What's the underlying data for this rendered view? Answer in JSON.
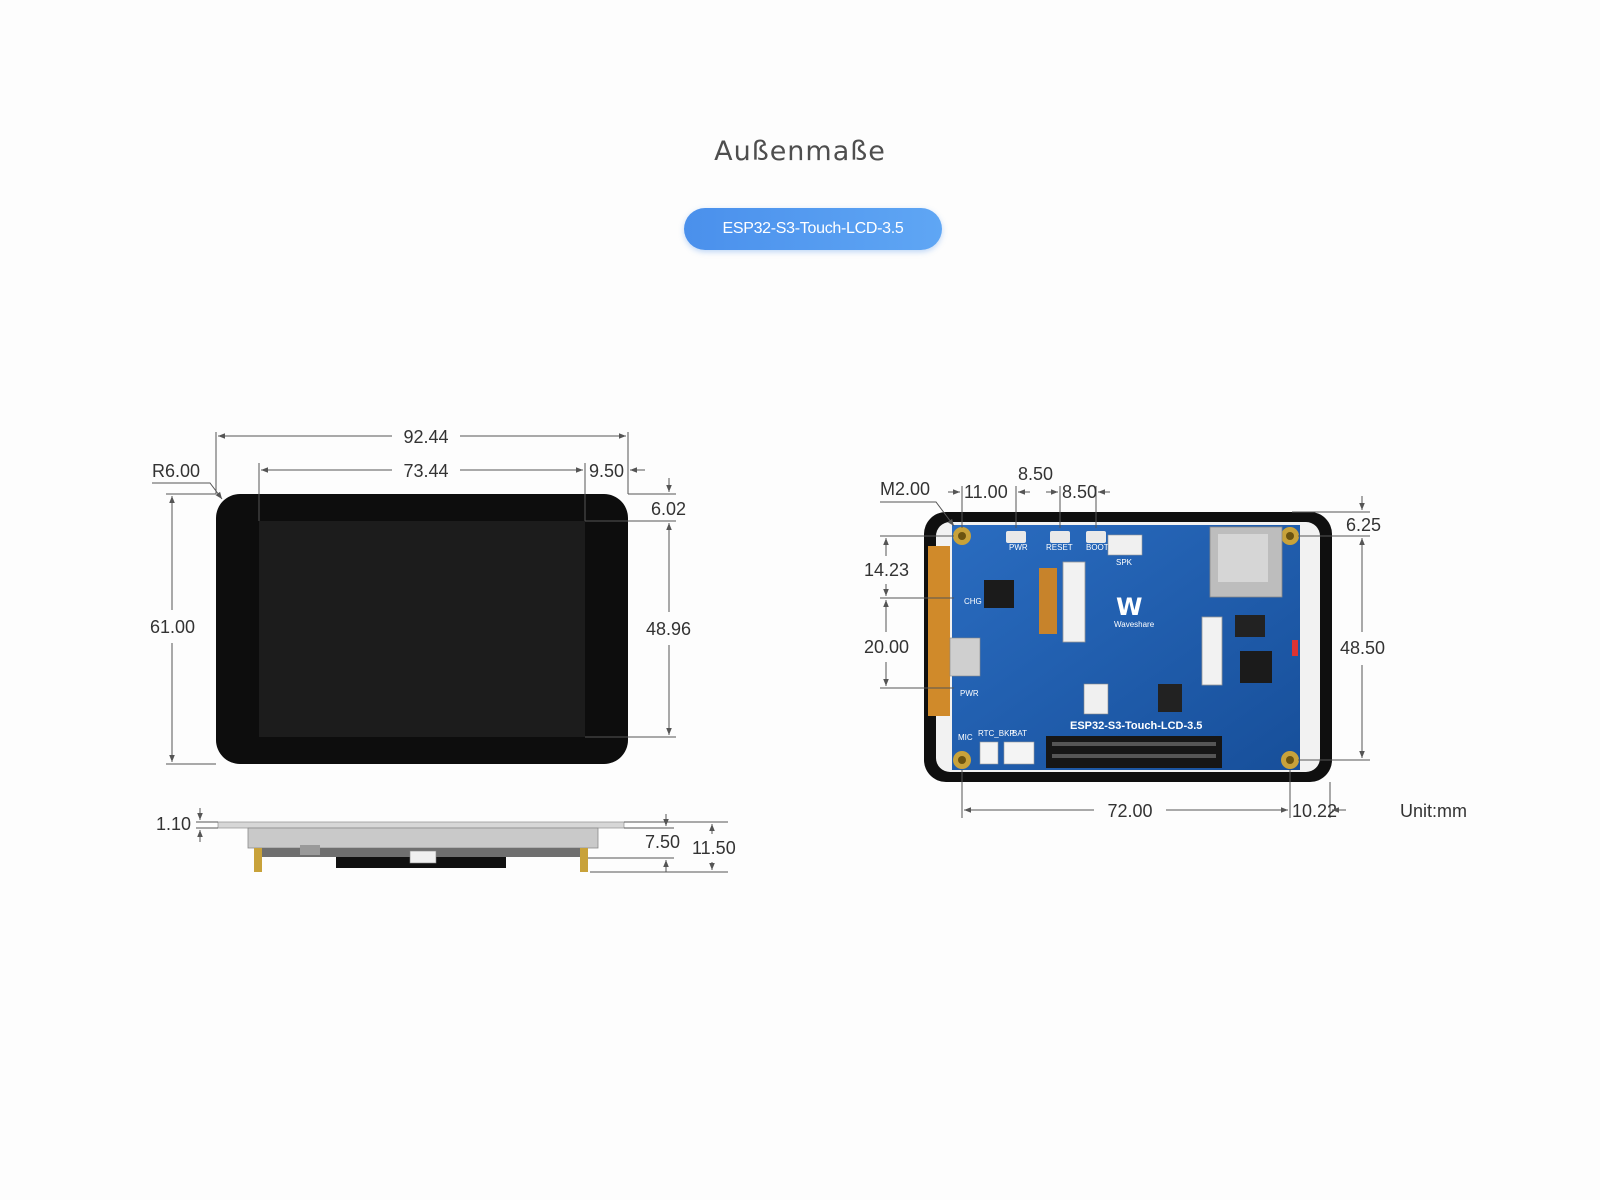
{
  "title": "Außenmaße",
  "model_badge": "ESP32-S3-Touch-LCD-3.5",
  "unit": "Unit:mm",
  "front_view": {
    "width": "92.44",
    "active_width": "73.44",
    "right_border": "9.50",
    "corner_radius": "R6.00",
    "top_border": "6.02",
    "height": "61.00",
    "active_height": "48.96"
  },
  "side_view": {
    "glass_thickness": "1.10",
    "board_height": "7.50",
    "total_thickness": "11.50"
  },
  "back_view": {
    "hole_size": "M2.00",
    "hole_offset_x": "11.00",
    "button_pitch_top": "8.50",
    "button_pitch_2": "8.50",
    "hole_offset_top": "6.25",
    "connector_offset_1": "14.23",
    "connector_spacing": "20.00",
    "hole_spacing_y": "48.50",
    "hole_spacing_x": "72.00",
    "hole_offset_right": "10.22",
    "board_label": "ESP32-S3-Touch-LCD-3.5",
    "silk": {
      "pwr": "PWR",
      "reset": "RESET",
      "boot": "BOOT",
      "spk": "SPK",
      "chg": "CHG",
      "pwr2": "PWR",
      "mic": "MIC",
      "rtc": "RTC_BKP",
      "bat": "BAT",
      "brand": "Waveshare"
    }
  },
  "colors": {
    "badge": "#4a90ec",
    "pcb": "#1f5fb0",
    "bezel": "#111111",
    "screen": "#161616"
  }
}
